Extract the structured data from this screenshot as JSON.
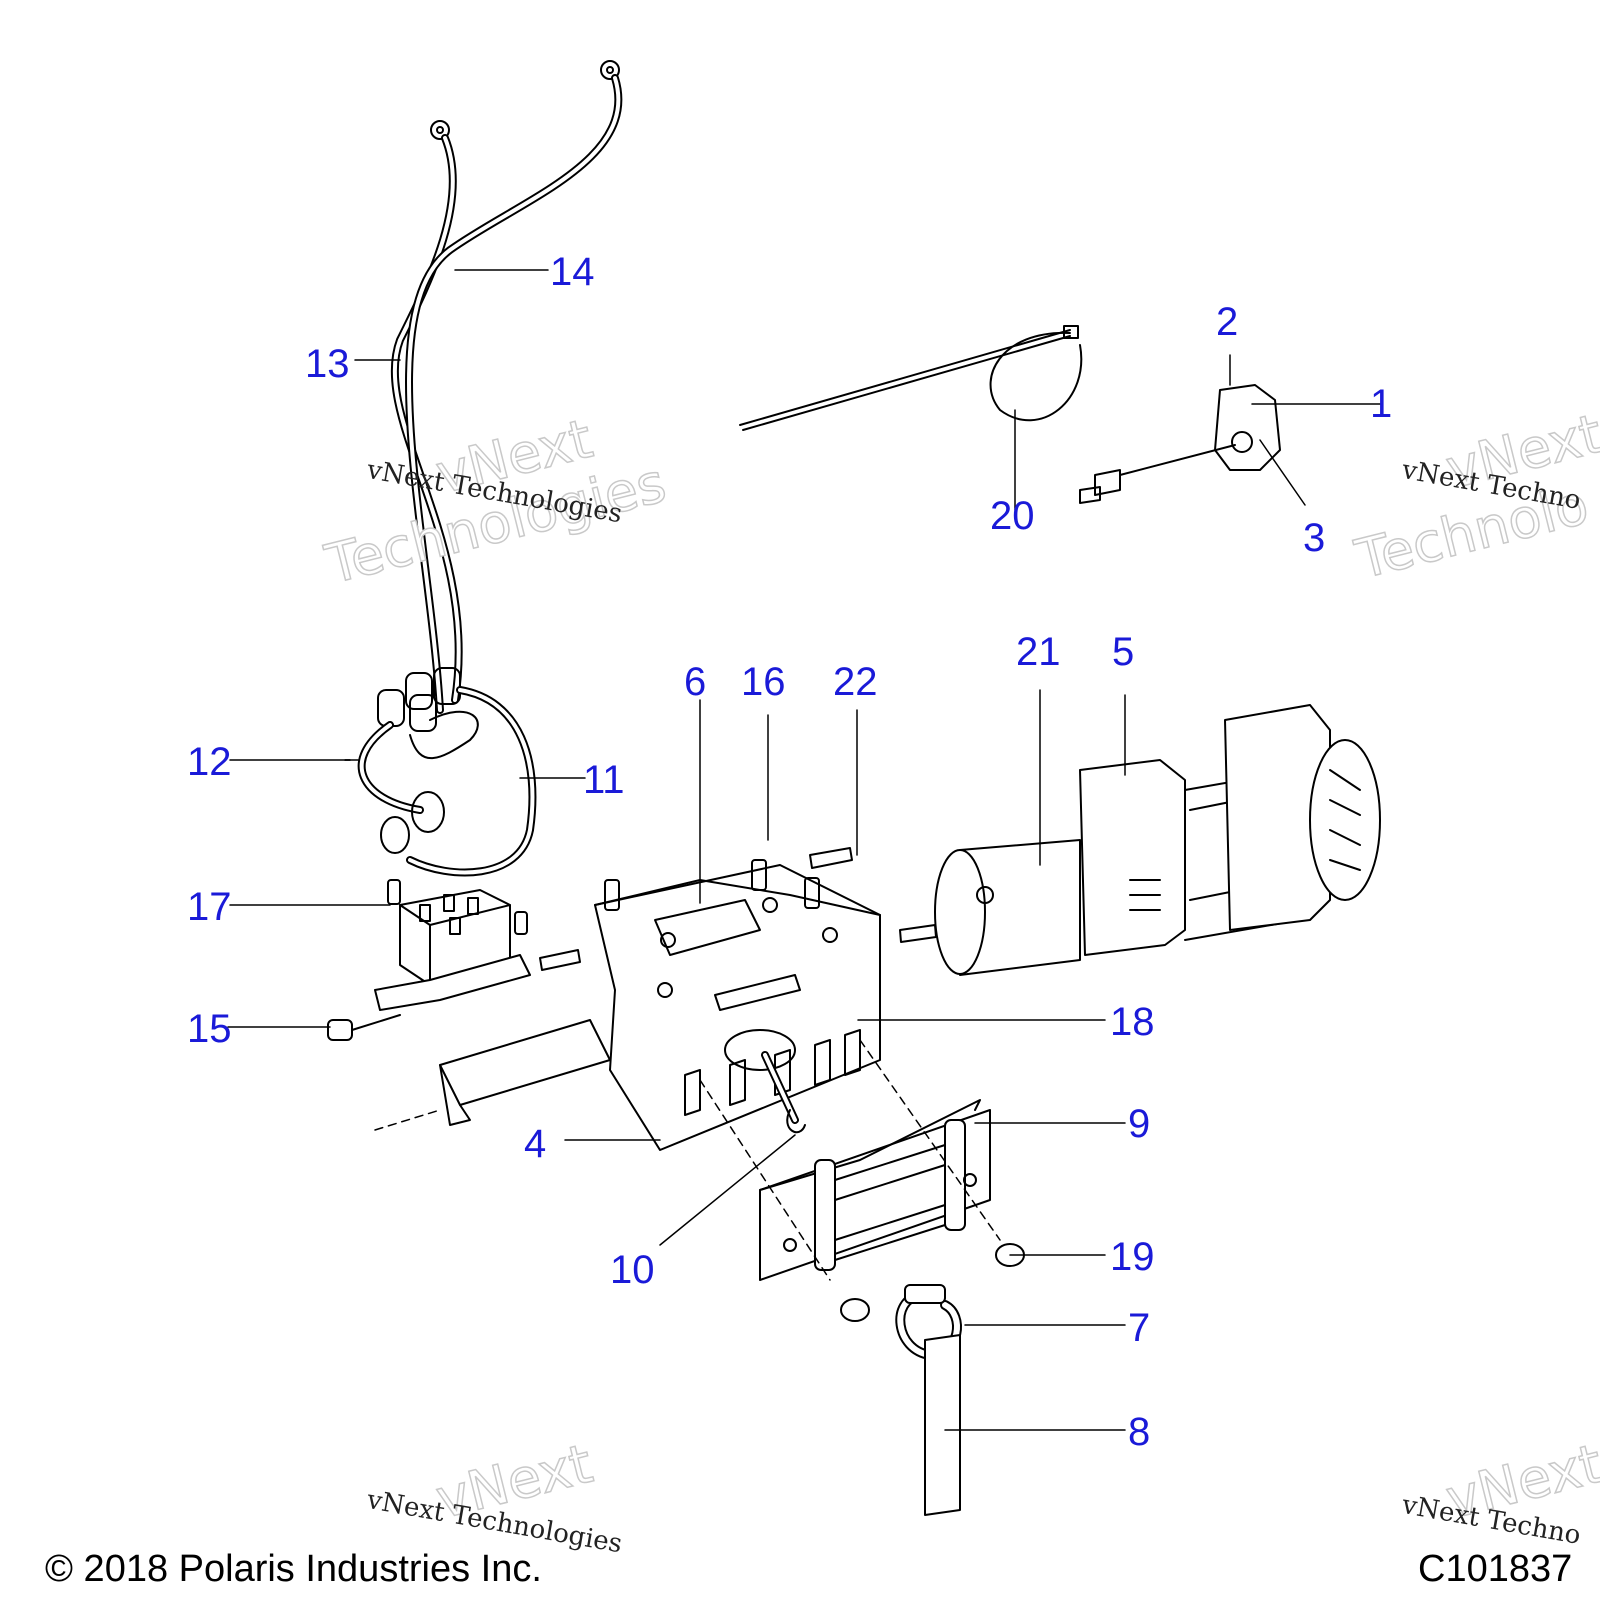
{
  "callouts": {
    "c1": "1",
    "c2": "2",
    "c3": "3",
    "c4": "4",
    "c5": "5",
    "c6": "6",
    "c7": "7",
    "c8": "8",
    "c9": "9",
    "c10": "10",
    "c11": "11",
    "c12": "12",
    "c13": "13",
    "c14": "14",
    "c15": "15",
    "c16": "16",
    "c17": "17",
    "c18": "18",
    "c19": "19",
    "c20": "20",
    "c21": "21",
    "c22": "22"
  },
  "watermark": {
    "small": "vNext Technologies",
    "small_clipped": "vNext Techno",
    "big_top": "vNext",
    "big_bottom": "Technologies",
    "big_bottom_clipped": "Technolo"
  },
  "footer": {
    "copyright": "© 2018 Polaris Industries Inc.",
    "code": "C101837"
  },
  "colors": {
    "callout": "#1a1ad8",
    "line": "#000000"
  }
}
